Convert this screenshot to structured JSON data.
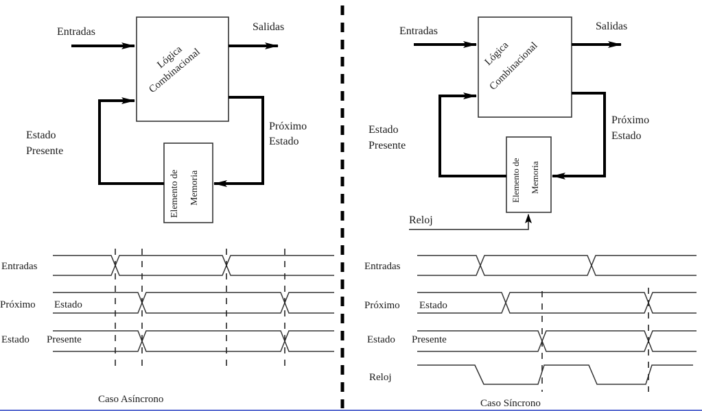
{
  "asynchronous": {
    "caption": "Caso Asíncrono",
    "block": {
      "inputs": "Entradas",
      "outputs": "Salidas",
      "logic_line1": "Lógica",
      "logic_line2": "Combinacional",
      "present_state_line1": "Estado",
      "present_state_line2": "Presente",
      "next_state_line1": "Próximo",
      "next_state_line2": "Estado",
      "memory_line1": "Elemento de",
      "memory_line2": "Memoria"
    },
    "timing": {
      "signals": [
        {
          "name_part1": "Entradas",
          "name_part2": ""
        },
        {
          "name_part1": "Próximo",
          "name_part2": "Estado"
        },
        {
          "name_part1": "Estado",
          "name_part2": "Presente"
        }
      ]
    }
  },
  "synchronous": {
    "caption": "Caso Síncrono",
    "block": {
      "inputs": "Entradas",
      "outputs": "Salidas",
      "logic_line1": "Lógica",
      "logic_line2": "Combinacional",
      "present_state_line1": "Estado",
      "present_state_line2": "Presente",
      "next_state_line1": "Próximo",
      "next_state_line2": "Estado",
      "memory_line1": "Elemento de",
      "memory_line2": "Memoria",
      "clock": "Reloj"
    },
    "timing": {
      "signals": [
        {
          "name_part1": "Entradas",
          "name_part2": ""
        },
        {
          "name_part1": "Próximo",
          "name_part2": "Estado"
        },
        {
          "name_part1": "Estado",
          "name_part2": "Presente"
        },
        {
          "name_part1": "Reloj",
          "name_part2": ""
        }
      ]
    }
  }
}
